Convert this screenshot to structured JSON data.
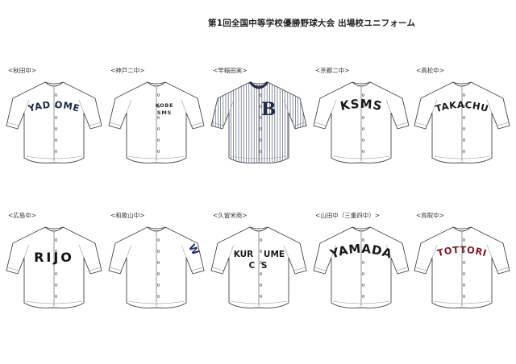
{
  "title": "第1回全国中等学校優勝野球大会 出場校ユニフォーム",
  "rows": [
    [
      {
        "label": "<秋田中>",
        "lettering": [
          "YAD",
          "OME"
        ],
        "color": "#1f2a44",
        "style": "arch",
        "stripes": false
      },
      {
        "label": "<神戸二中>",
        "lettering": [
          "KOBE",
          "SMS"
        ],
        "color": "#2a2a2a",
        "style": "stack-small",
        "stripes": false
      },
      {
        "label": "<早稲田実>",
        "lettering": [
          "B"
        ],
        "color": "#1f2a44",
        "style": "single-chest",
        "stripes": true
      },
      {
        "label": "<京都二中>",
        "lettering": [
          "KSMS"
        ],
        "color": "#1a1a1a",
        "style": "arch",
        "stripes": false
      },
      {
        "label": "<高松中>",
        "lettering": [
          "TAKACHU"
        ],
        "color": "#1a1a1a",
        "style": "arch",
        "stripes": false
      }
    ],
    [
      {
        "label": "<広島中>",
        "lettering": [
          "RIJO"
        ],
        "color": "#111111",
        "style": "straight",
        "stripes": false
      },
      {
        "label": "<和歌山中>",
        "lettering": [
          "W"
        ],
        "color": "#1f2a66",
        "style": "sleeve",
        "stripes": false
      },
      {
        "label": "<久留米商>",
        "lettering": [
          "KUR",
          "UME",
          "C S"
        ],
        "color": "#1a1a1a",
        "style": "split",
        "stripes": false
      },
      {
        "label": "<山田中（三重四中）>",
        "lettering": [
          "YAMADA"
        ],
        "color": "#1a1a1a",
        "style": "arch",
        "stripes": false
      },
      {
        "label": "<鳥取中>",
        "lettering": [
          "TOTTORI"
        ],
        "color": "#7a1c2c",
        "style": "arch",
        "stripes": false
      }
    ]
  ]
}
